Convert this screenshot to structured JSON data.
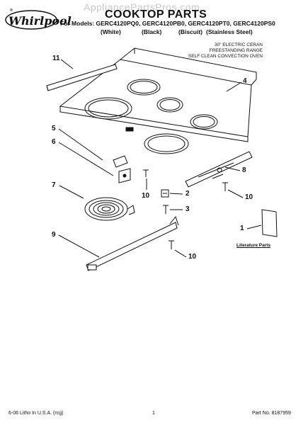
{
  "watermark": "AppliancePartsPros.com",
  "brand": {
    "name": "Whirlpool",
    "tm": "®"
  },
  "header": {
    "title": "COOKTOP PARTS",
    "models_line": "For Models: GERC4120PQ0, GERC4120PB0, GERC4120PT0, GERC4120PS0",
    "colors": [
      "(White)",
      "(Black)",
      "(Biscuit)",
      "(Stainless Steel)"
    ]
  },
  "description": [
    "30\" ELECTRIC CERAN",
    "FREESTANDING RANGE",
    "SELF CLEAN CONVECTION OVEN"
  ],
  "callouts": [
    "11",
    "4",
    "5",
    "6",
    "7",
    "8",
    "2",
    "3",
    "10",
    "10",
    "10",
    "1",
    "9"
  ],
  "literature_label": "Literature Parts",
  "footer": {
    "left": "6-06 Litho In U.S.A. (rcg)",
    "center": "1",
    "right": "Part No. 8187959"
  }
}
